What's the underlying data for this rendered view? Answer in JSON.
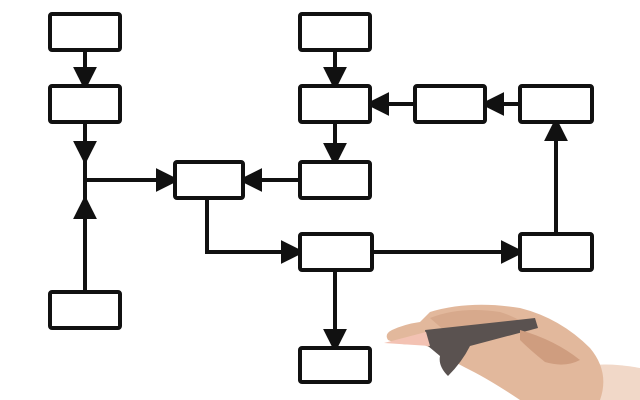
{
  "diagram": {
    "kind": "flowchart-sketch",
    "box_count": 12,
    "connector_count": 12,
    "labels": []
  },
  "illustration": {
    "subject": "hand-holding-pen",
    "colors": {
      "skin": "#e2b89c",
      "skin_shadow": "#cf9d7f",
      "pen_grip": "#5a5250",
      "pen_tip": "#f3c2b3",
      "sleeve": "#f1d8c8"
    }
  },
  "colors": {
    "background": "#ffffff",
    "stroke": "#111111",
    "box_fill": "#ffffff"
  }
}
